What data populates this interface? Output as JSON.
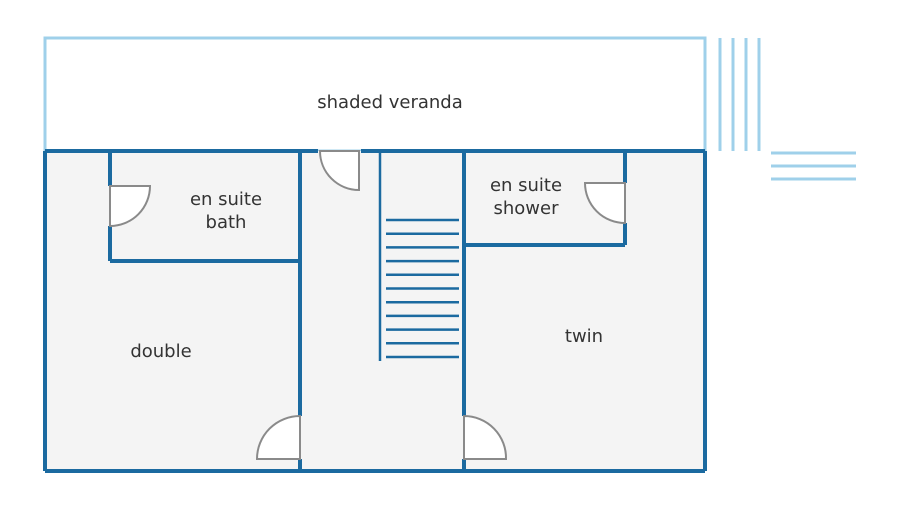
{
  "floor_plan": {
    "rooms": {
      "veranda": "shaded veranda",
      "en_suite_bath": [
        "en suite",
        "bath"
      ],
      "en_suite_shower": [
        "en suite",
        "shower"
      ],
      "double": "double",
      "twin": "twin"
    },
    "stairs": {
      "steps": 11
    },
    "colors": {
      "wall": "#1b6aa0",
      "veranda_outline": "#9fd0ea",
      "floor": "#f4f4f4",
      "door": "#8a8a8a",
      "text": "#333333"
    }
  }
}
